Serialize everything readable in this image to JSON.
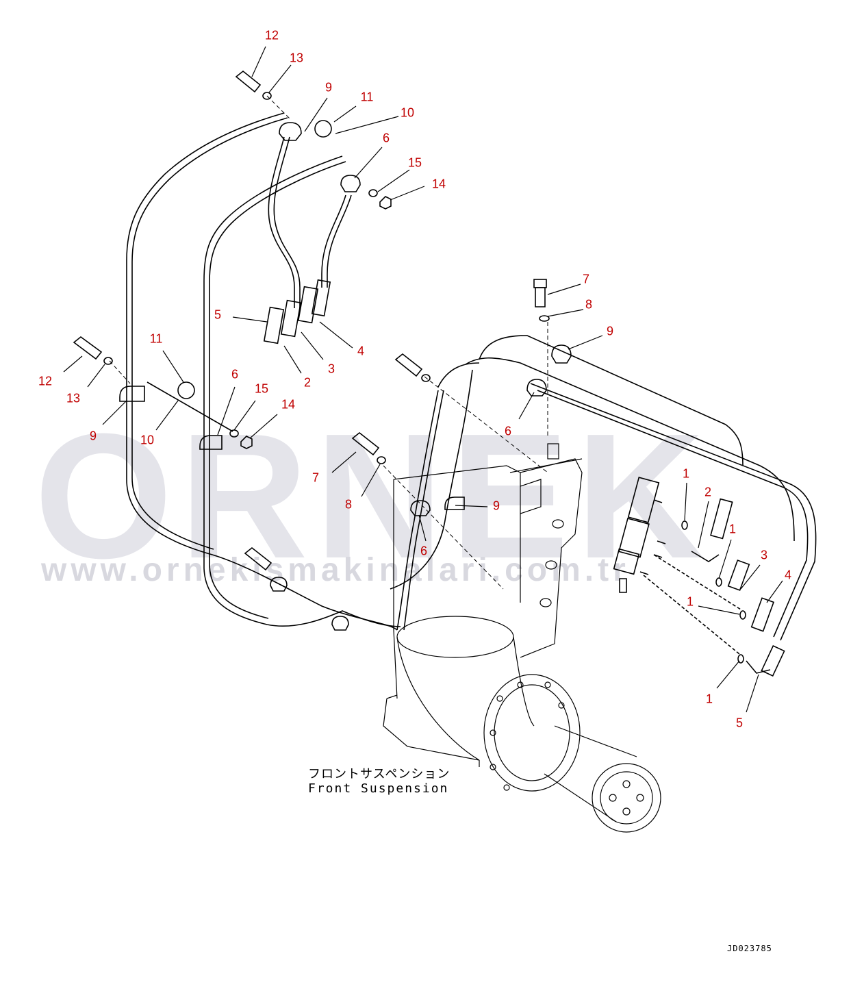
{
  "watermark": {
    "brand": "ORNEK",
    "url": "www.ornekismakinalari.com.tr"
  },
  "caption": {
    "japanese": "フロントサスペンション",
    "english": "Front Suspension"
  },
  "document_code": "JD023785",
  "callouts": [
    "12",
    "13",
    "9",
    "11",
    "10",
    "6",
    "15",
    "14",
    "5",
    "4",
    "3",
    "2",
    "11",
    "12",
    "13",
    "9",
    "10",
    "6",
    "15",
    "14",
    "7",
    "8",
    "9",
    "6",
    "7",
    "8",
    "9",
    "6",
    "1",
    "2",
    "1",
    "3",
    "4",
    "1",
    "1",
    "5"
  ],
  "colors": {
    "callout": "#c00000",
    "line": "#000000",
    "watermark": "#e4e4ea"
  }
}
